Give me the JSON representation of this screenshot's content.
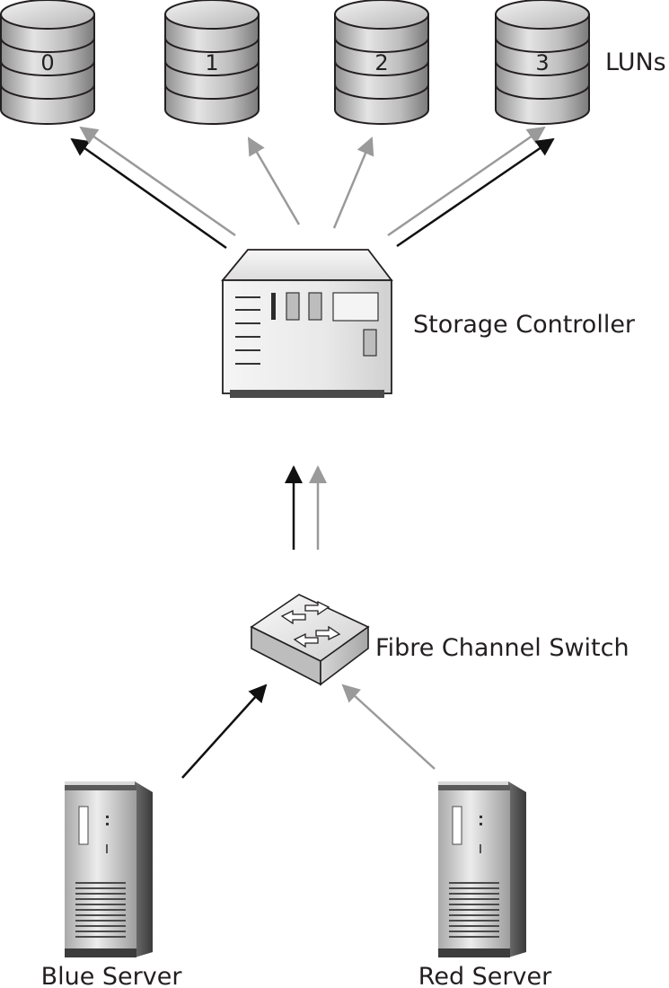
{
  "luns": {
    "label": "LUNs",
    "disks": [
      {
        "id": "0"
      },
      {
        "id": "1"
      },
      {
        "id": "2"
      },
      {
        "id": "3"
      }
    ]
  },
  "storage_controller": {
    "label": "Storage Controller"
  },
  "fc_switch": {
    "label": "Fibre Channel Switch"
  },
  "servers": {
    "blue": {
      "label": "Blue Server",
      "path_color": "#111111"
    },
    "red": {
      "label": "Red Server",
      "path_color": "#9a9a9a"
    }
  }
}
